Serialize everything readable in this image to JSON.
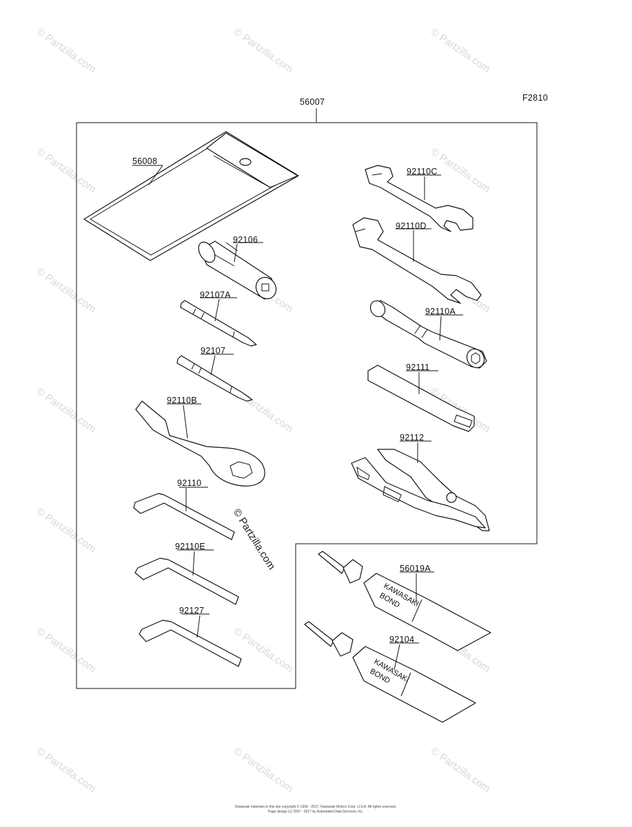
{
  "figure_code": "F2810",
  "group_label": "56007",
  "part_labels": {
    "p56008": "56008",
    "p92106": "92106",
    "p92107A": "92107A",
    "p92107": "92107",
    "p92110B": "92110B",
    "p92110": "92110",
    "p92110E": "92110E",
    "p92127": "92127",
    "p92110C": "92110C",
    "p92110D": "92110D",
    "p92110A": "92110A",
    "p92111": "92111",
    "p92112": "92112",
    "p56019A": "56019A",
    "p92104": "92104"
  },
  "tube_text": {
    "line1": "KAWASAKI",
    "line2": "BOND"
  },
  "center_watermark": "© Partzilla.com",
  "watermark": "© Partzilla.com",
  "footer": {
    "line1": "Kawasaki materials in this site copyright © 1995 - 2017, Kawasaki Motors Corp. U.S.A. All rights reserved.",
    "line2": "Page design (c) 2007 - 2017 by Automated Data Services, Inc."
  }
}
